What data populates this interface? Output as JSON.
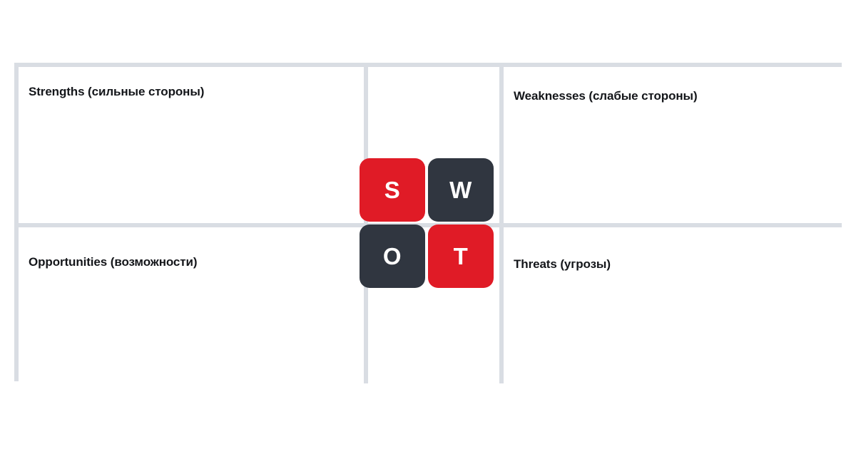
{
  "diagram": {
    "type": "swot-matrix",
    "colors": {
      "accent_red": "#e01b26",
      "accent_dark": "#303640",
      "grid_line": "#d9dde3",
      "text": "#14161a",
      "background": "#ffffff"
    },
    "quadrants": [
      {
        "key": "strengths",
        "label": "Strengths (сильные стороны)",
        "position": "top-left"
      },
      {
        "key": "weaknesses",
        "label": "Weaknesses (слабые стороны)",
        "position": "top-right"
      },
      {
        "key": "opportunities",
        "label": "Opportunities (возможности)",
        "position": "bottom-left"
      },
      {
        "key": "threats",
        "label": "Threats (угрозы)",
        "position": "bottom-right"
      }
    ],
    "center_tiles": [
      {
        "key": "s",
        "letter": "S",
        "color": "#e01b26",
        "position": "top-left"
      },
      {
        "key": "w",
        "letter": "W",
        "color": "#303640",
        "position": "top-right"
      },
      {
        "key": "o",
        "letter": "O",
        "color": "#303640",
        "position": "bottom-left"
      },
      {
        "key": "t",
        "letter": "T",
        "color": "#e01b26",
        "position": "bottom-right"
      }
    ]
  }
}
